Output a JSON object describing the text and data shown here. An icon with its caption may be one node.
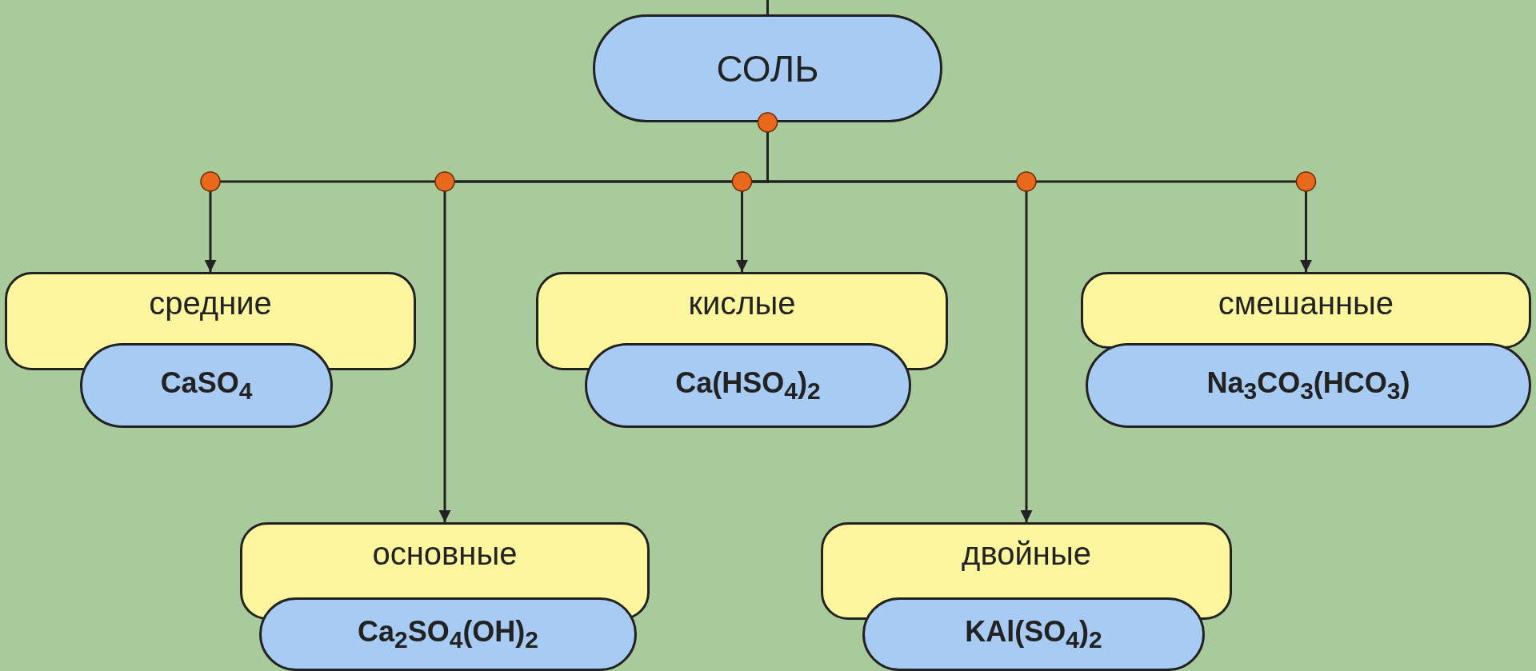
{
  "diagram": {
    "nodes": [
      {
        "text": [
          "СОЛЬ"
        ]
      },
      {
        "text": [
          "средние"
        ]
      },
      {
        "text": [
          "CaSO$_{4}$"
        ]
      },
      {
        "text": [
          "кислые"
        ]
      },
      {
        "text": [
          "Ca(HSO$_{4}$)$_{2}$"
        ]
      },
      {
        "text": [
          "смешанные"
        ]
      },
      {
        "text": [
          "Na$_{3}$CO$_{3}$(HCO$_{3}$)"
        ]
      },
      {
        "text": [
          "основные"
        ]
      },
      {
        "text": [
          "Ca$_{2}$SO$_{4}$(OH)$_{2}$"
        ]
      },
      {
        "text": [
          "двойные"
        ]
      },
      {
        "text": [
          "KAl(SO$_{4}$)$_{2}$"
        ]
      }
    ],
    "edges": [
      {
        "from": null,
        "to": 0,
        "arrow": "none"
      },
      {
        "from": 0,
        "to": 1,
        "arrow": "to"
      },
      {
        "from": 0,
        "to": 7,
        "arrow": "to"
      },
      {
        "from": 0,
        "to": 3,
        "arrow": "to"
      },
      {
        "from": 0,
        "to": 9,
        "arrow": "to"
      },
      {
        "from": 0,
        "to": 5,
        "arrow": "to"
      }
    ]
  }
}
